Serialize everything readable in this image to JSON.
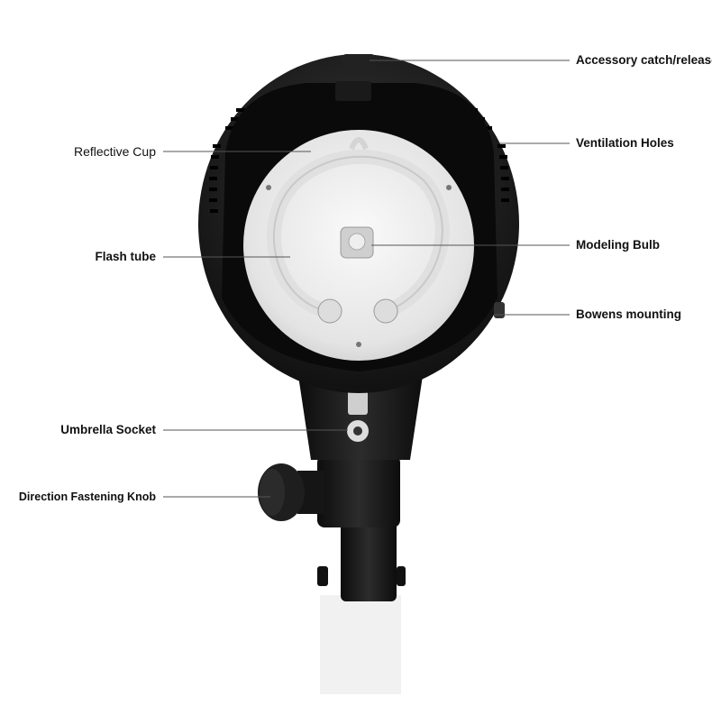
{
  "labels_right": [
    {
      "text": "Accessory catch/release"
    },
    {
      "text": "Ventilation Holes"
    },
    {
      "text": "Modeling Bulb"
    },
    {
      "text": "Bowens mounting"
    }
  ],
  "labels_left": [
    {
      "text": "Reflective Cup"
    },
    {
      "text": "Flash tube"
    },
    {
      "text": "Umbrella Socket"
    },
    {
      "text": "Direction Fastening Knob"
    }
  ],
  "colors": {
    "body": "#1c1c1c",
    "reflector": "#e9e9e9",
    "leader_line": "#555555"
  }
}
